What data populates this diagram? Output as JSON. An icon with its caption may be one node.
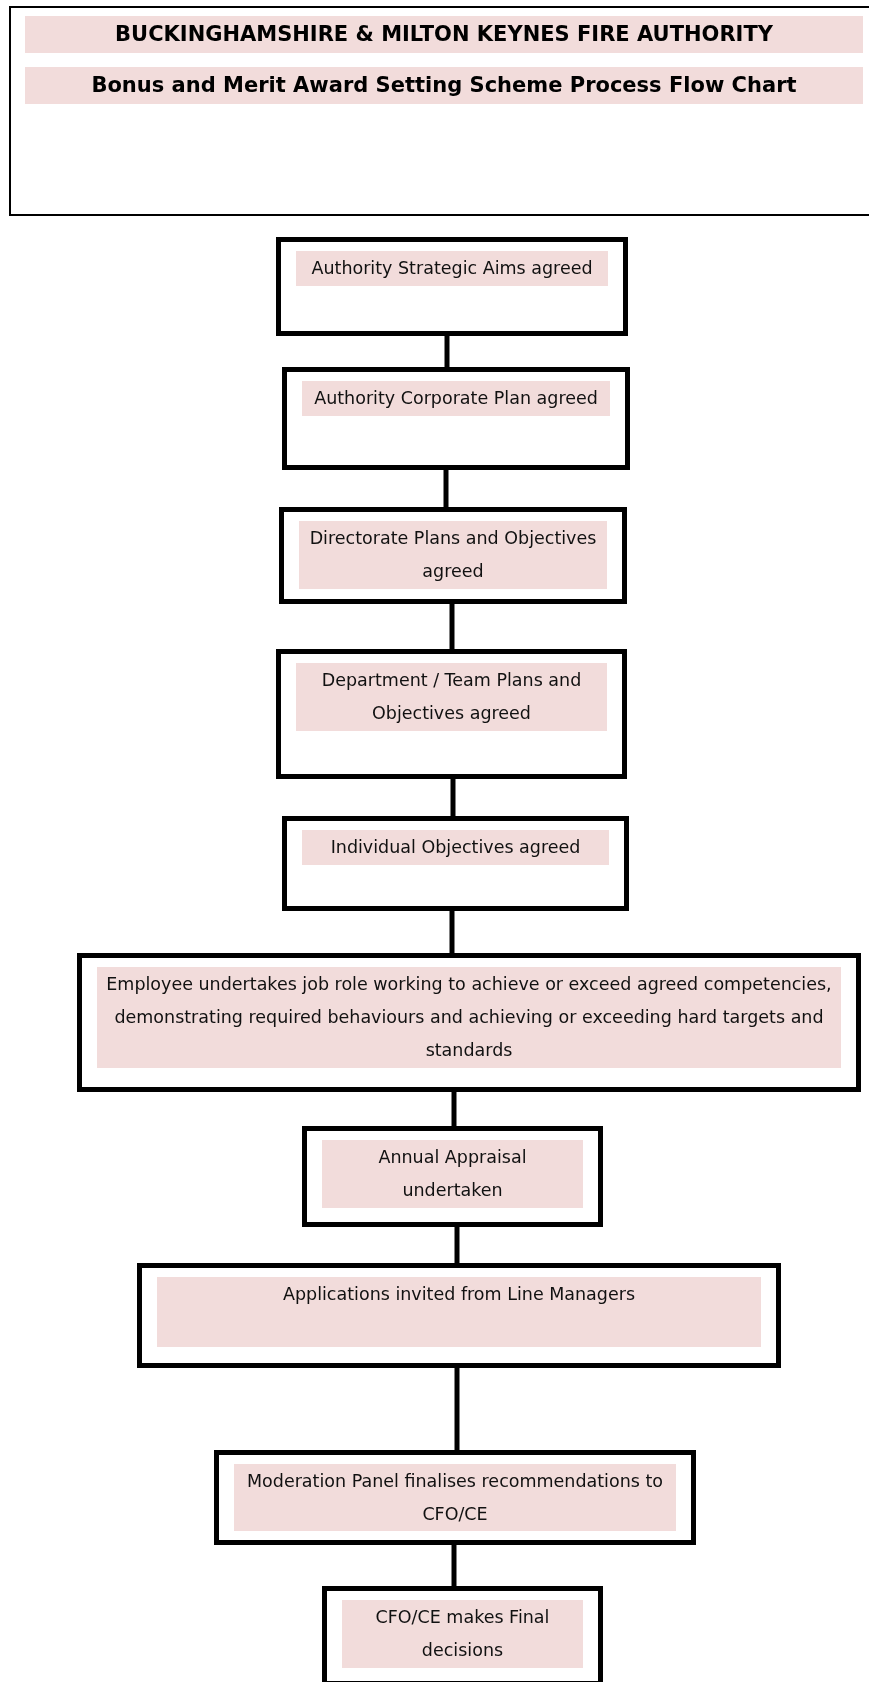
{
  "diagram": {
    "nodes": [
      {
        "text": [
          "BUCKINGHAMSHIRE & MILTON KEYNES FIRE AUTHORITY",
          "Bonus and Merit Award Setting Scheme Process Flow Chart"
        ]
      },
      {
        "text": [
          "Authority Strategic Aims agreed"
        ]
      },
      {
        "text": [
          "Authority Corporate Plan agreed"
        ]
      },
      {
        "text": [
          "Directorate Plans and Objectives agreed"
        ]
      },
      {
        "text": [
          "Department / Team Plans and Objectives agreed"
        ]
      },
      {
        "text": [
          "Individual Objectives agreed"
        ]
      },
      {
        "text": [
          "Employee undertakes job role working to achieve or exceed agreed competencies, demonstrating required behaviours and achieving or exceeding hard targets and standards"
        ]
      },
      {
        "text": [
          "Annual Appraisal undertaken"
        ]
      },
      {
        "text": [
          "Applications invited from Line Managers"
        ]
      },
      {
        "text": [
          "Moderation Panel finalises recommendations to CFO/CE"
        ]
      },
      {
        "text": [
          "CFO/CE makes Final decisions"
        ]
      }
    ],
    "edges": [
      {
        "from": 1,
        "to": 2,
        "arrow": "none"
      },
      {
        "from": 2,
        "to": 3,
        "arrow": "none"
      },
      {
        "from": 3,
        "to": 4,
        "arrow": "none"
      },
      {
        "from": 4,
        "to": 5,
        "arrow": "none"
      },
      {
        "from": 5,
        "to": 6,
        "arrow": "none"
      },
      {
        "from": 6,
        "to": 7,
        "arrow": "none"
      },
      {
        "from": 7,
        "to": 8,
        "arrow": "none"
      },
      {
        "from": 8,
        "to": 9,
        "arrow": "none"
      },
      {
        "from": 9,
        "to": 10,
        "arrow": "none"
      }
    ]
  }
}
